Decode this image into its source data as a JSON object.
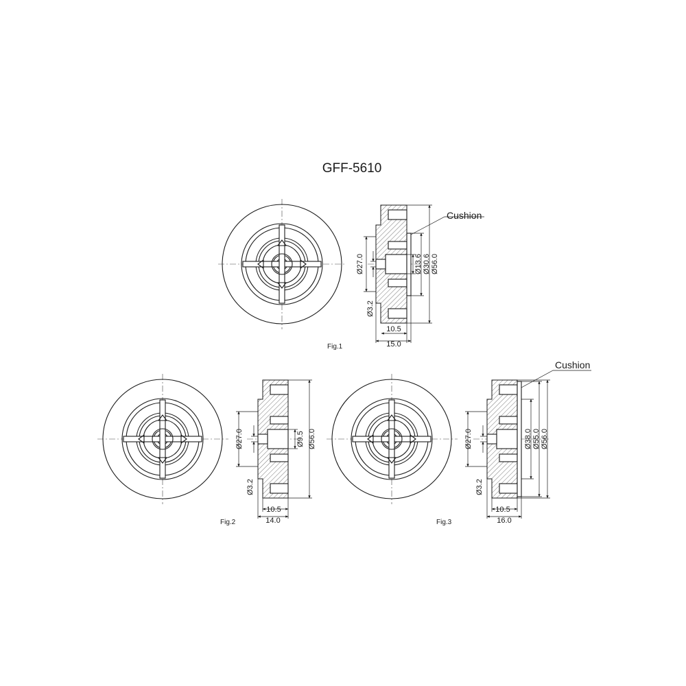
{
  "title": "GFF-5610",
  "figures": [
    {
      "caption": "Fig.1",
      "callout": "Cushion",
      "vertical_dims": [
        "Ø27.0",
        "Ø3.2",
        "Ø13.6",
        "Ø30.6",
        "Ø56.0"
      ],
      "horizontal_dims": [
        "10.5",
        "15.0"
      ]
    },
    {
      "caption": "Fig.2",
      "callout": "",
      "vertical_dims": [
        "Ø27.0",
        "Ø3.2",
        "Ø9.5",
        "Ø56.0"
      ],
      "horizontal_dims": [
        "10.5",
        "14.0"
      ]
    },
    {
      "caption": "Fig.3",
      "callout": "Cushion",
      "vertical_dims": [
        "Ø27.0",
        "Ø3.2",
        "Ø38.0",
        "Ø55.0",
        "Ø56.0"
      ],
      "horizontal_dims": [
        "10.5",
        "16.0"
      ]
    }
  ]
}
